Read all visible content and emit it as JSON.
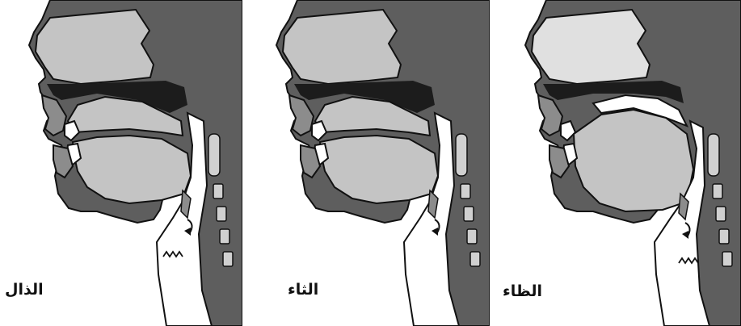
{
  "panels": [
    {
      "label": "الذال"
    },
    {
      "label": "الثاء"
    },
    {
      "label": "الظاء"
    }
  ],
  "colors": {
    "background": "#ffffff",
    "tissue_dark": "#5e5e5e",
    "tissue_mid": "#8c8c8c",
    "cavity_light": "#c4c4c4",
    "cavity_dark": "#1c1c1c",
    "vertebra": "#d0d0d0",
    "outline": "#111111"
  }
}
